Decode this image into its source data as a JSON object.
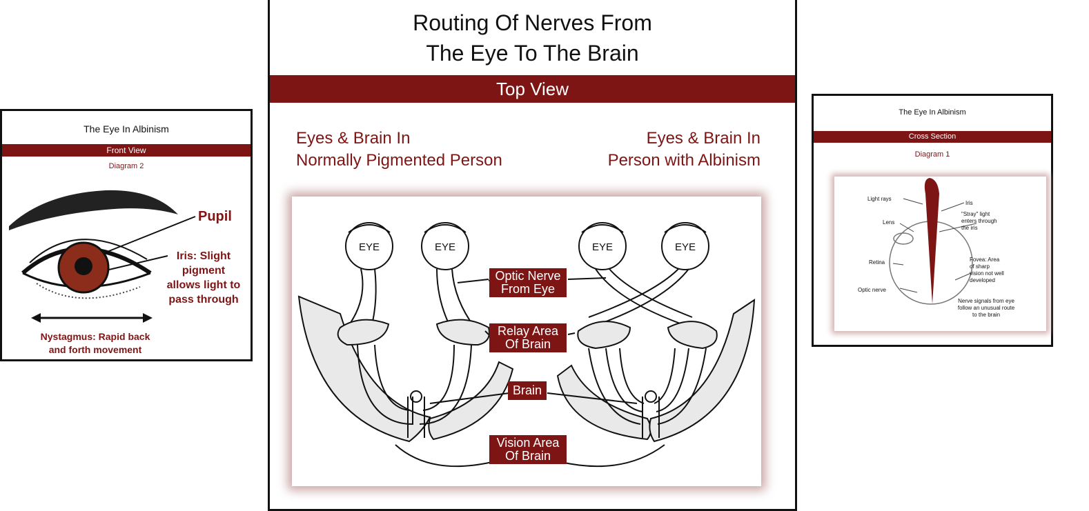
{
  "left_panel": {
    "title": "The Eye In Albinism",
    "band": "Front View",
    "diagram": "Diagram 2",
    "labels": {
      "pupil": "Pupil",
      "iris_1": "Iris: Slight",
      "iris_2": "pigment",
      "iris_3": "allows light to",
      "iris_4": "pass through",
      "nyst_1": "Nystagmus: Rapid back",
      "nyst_2": "and forth movement"
    }
  },
  "center_panel": {
    "title_line1": "Routing Of Nerves From",
    "title_line2": "The Eye To The Brain",
    "band": "Top View",
    "left_heading_1": "Eyes & Brain In",
    "left_heading_2": "Normally Pigmented Person",
    "right_heading_1": "Eyes & Brain In",
    "right_heading_2": "Person with Albinism",
    "eye_label": "EYE",
    "labels": {
      "optic_1": "Optic Nerve",
      "optic_2": "From Eye",
      "relay_1": "Relay Area",
      "relay_2": "Of Brain",
      "brain": "Brain",
      "vision_1": "Vision Area",
      "vision_2": "Of Brain"
    }
  },
  "right_panel": {
    "title": "The Eye In Albinism",
    "band": "Cross Section",
    "diagram": "Diagram 1",
    "labels": {
      "light_rays": "Light rays",
      "iris": "Iris",
      "lens": "Lens",
      "stray_1": "\"Stray\" light",
      "stray_2": "enters through",
      "stray_3": "the iris",
      "retina": "Retina",
      "fovea_1": "Fovea: Area",
      "fovea_2": "of sharp",
      "fovea_3": "vision not well",
      "fovea_4": "developed",
      "optic_nerve": "Optic nerve",
      "nerve_1": "Nerve signals from eye",
      "nerve_2": "follow an unusual route",
      "nerve_3": "to the brain"
    }
  },
  "colors": {
    "accent": "#7e1515",
    "border": "#111111"
  }
}
